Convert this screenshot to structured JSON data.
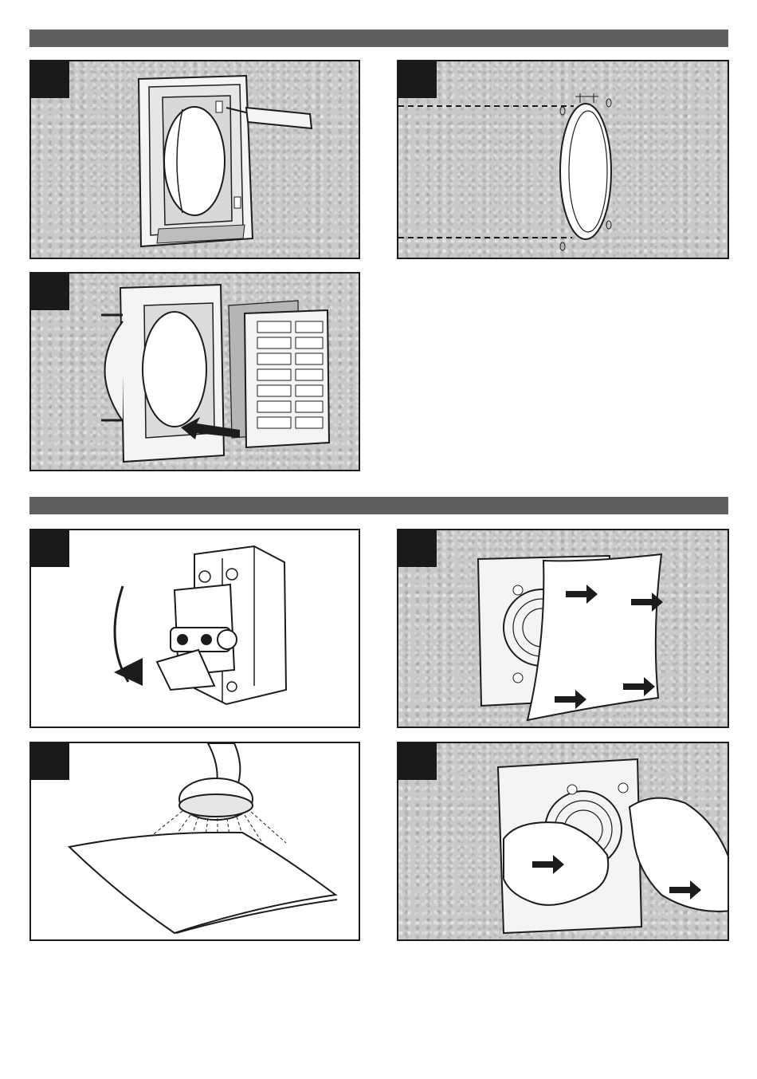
{
  "section_bars": [
    {
      "id": "section-1"
    },
    {
      "id": "section-2"
    }
  ],
  "panels": [
    {
      "id": "remove-cover-screwdriver",
      "icon": "screwdriver-icon"
    },
    {
      "id": "wall-hole-template",
      "icon": "wall-hole-icon"
    },
    {
      "id": "insert-filter-grille",
      "icon": "arrow-right-icon"
    },
    {
      "id": "switch-off-breaker",
      "icon": "circuit-breaker-icon"
    },
    {
      "id": "remove-front-cover",
      "icon": "arrow-right-icon"
    },
    {
      "id": "wash-cover-shower",
      "icon": "shower-icon"
    },
    {
      "id": "refit-front-cover-hands",
      "icon": "hands-icon"
    }
  ],
  "colors": {
    "bar": "#5f5f5f",
    "tag": "#1a1a1a",
    "wall": "#c9c9c9",
    "ink": "#1c1c1c"
  }
}
